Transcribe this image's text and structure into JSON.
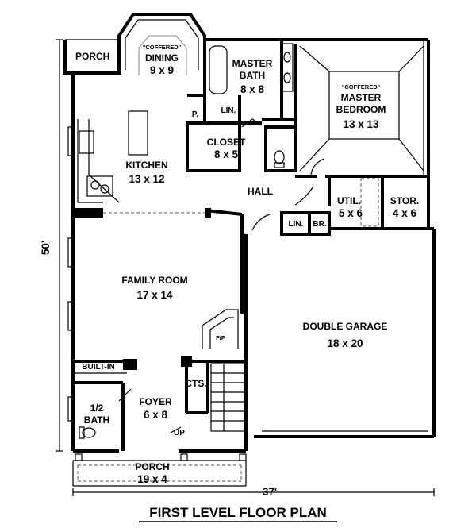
{
  "plan": {
    "title": "FIRST LEVEL FLOOR PLAN",
    "depth_dimension": "50'",
    "width_dimension": "37'"
  },
  "rooms": {
    "porch_side": {
      "name": "PORCH"
    },
    "dining": {
      "note": "\"COFFERED\"",
      "name": "DINING",
      "size": "9 x 9"
    },
    "master_bath": {
      "name_line1": "MASTER",
      "name_line2": "BATH",
      "size": "8 x 8"
    },
    "master_bedroom": {
      "note": "\"COFFERED\"",
      "name_line1": "MASTER",
      "name_line2": "BEDROOM",
      "size": "13 x 13"
    },
    "pantry": {
      "name": "P."
    },
    "linen_upper": {
      "name": "LIN."
    },
    "closet": {
      "name": "CLOSET",
      "size": "8 x 5"
    },
    "kitchen": {
      "name": "KITCHEN",
      "size": "13 x 12"
    },
    "hall": {
      "name": "HALL"
    },
    "utility": {
      "name": "UTIL.",
      "size": "5 x 6"
    },
    "storage": {
      "name": "STOR.",
      "size": "4 x 6"
    },
    "linen_lower": {
      "name": "LIN."
    },
    "broom": {
      "name": "BR."
    },
    "family_room": {
      "name": "FAMILY ROOM",
      "size": "17 x 14"
    },
    "fireplace": {
      "name": "F/P"
    },
    "double_garage": {
      "name": "DOUBLE GARAGE",
      "size": "18 x 20"
    },
    "built_in": {
      "name": "BUILT-IN"
    },
    "cts": {
      "name": "CTS."
    },
    "half_bath": {
      "name_line1": "1/2",
      "name_line2": "BATH"
    },
    "foyer": {
      "name": "FOYER",
      "size": "6 x 8"
    },
    "stair": {
      "label": "UP"
    },
    "porch_front": {
      "name": "PORCH",
      "size": "19 x 4"
    }
  }
}
